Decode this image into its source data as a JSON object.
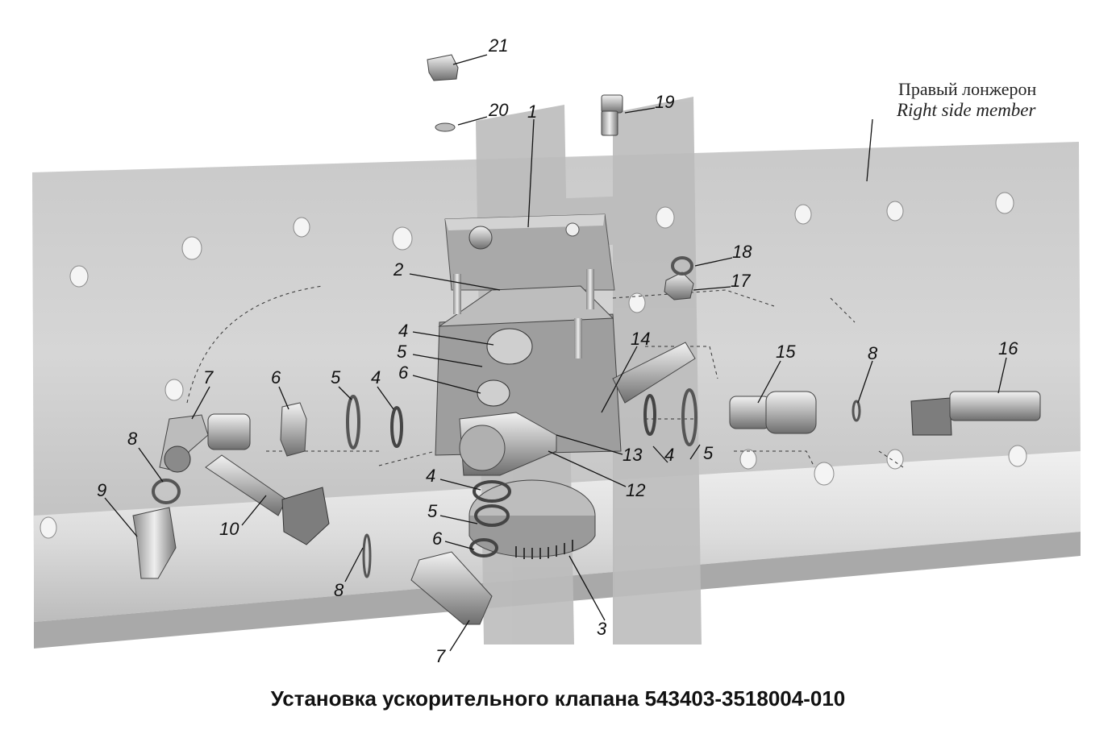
{
  "diagram": {
    "title": "Установка ускорительного клапана 543403-3518004-010",
    "member_label_ru": "Правый лонжерон",
    "member_label_en": "Right side member",
    "callouts": [
      "21",
      "20",
      "1",
      "19",
      "18",
      "17",
      "2",
      "4",
      "5",
      "6",
      "14",
      "15",
      "8",
      "16",
      "7",
      "6",
      "5",
      "4",
      "13",
      "4",
      "5",
      "8",
      "9",
      "10",
      "12",
      "4",
      "5",
      "6",
      "8",
      "3",
      "7"
    ]
  }
}
